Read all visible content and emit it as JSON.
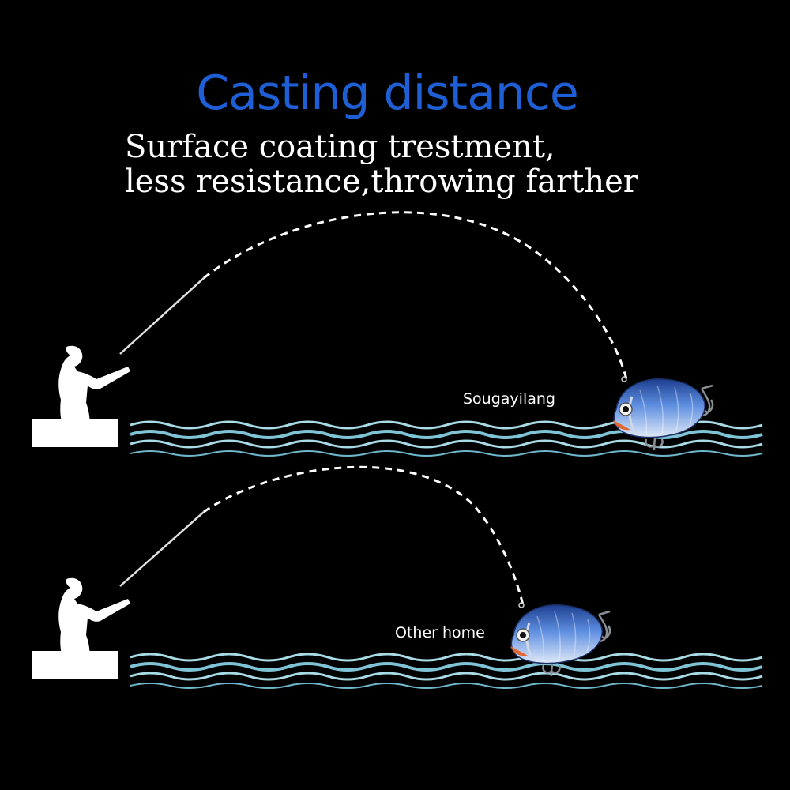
{
  "heading": "Casting distance",
  "subtitle_line1": "Surface coating trestment,",
  "subtitle_line2": "less resistance,throwing farther",
  "label_top": "Sougayilang",
  "label_bottom": "Other home",
  "colors": {
    "background": "#000000",
    "heading": "#1f5fd6",
    "wave": "#a9dbe6",
    "lure_body": "#3c6fc9"
  },
  "icons": [
    "angler-silhouette-icon",
    "fishing-lure-icon",
    "wave-icon"
  ]
}
